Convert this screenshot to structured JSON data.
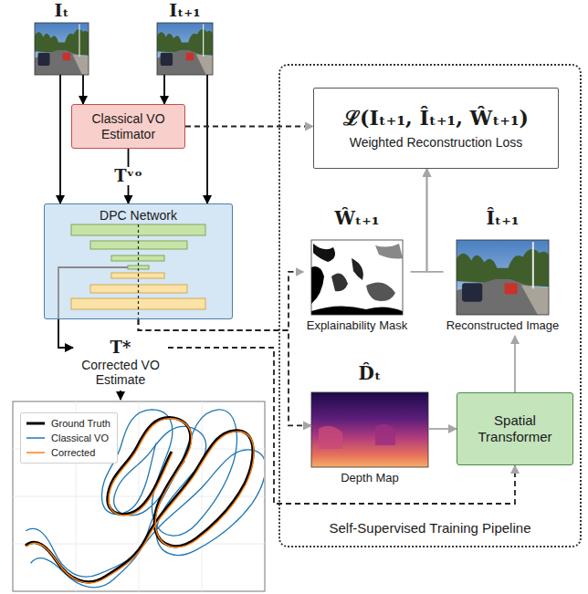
{
  "diagram": {
    "nodes": [
      {
        "text": [
          "Iₜ"
        ]
      },
      {
        "text": [
          "Iₜ₊₁"
        ]
      },
      {
        "text": [
          "Classical VO Estimator"
        ]
      },
      {
        "text": [
          "DPC Network"
        ]
      },
      {
        "text": [
          "T*",
          "Corrected VO Estimate"
        ]
      },
      {
        "text": [
          "Self-Supervised Training Pipeline"
        ]
      },
      {
        "text": [
          "ℒ(Iₜ₊₁, Îₜ₊₁, Ŵₜ₊₁)",
          "Weighted Reconstruction Loss"
        ],
        "in": 5
      },
      {
        "text": [
          "Ŵₜ₊₁",
          "Explainability Mask"
        ],
        "in": 5
      },
      {
        "text": [
          "Îₜ₊₁",
          "Reconstructed Image"
        ],
        "in": 5
      },
      {
        "text": [
          "D̂ₜ",
          "Depth Map"
        ],
        "in": 5
      },
      {
        "text": [
          "Spatial Transformer"
        ],
        "in": 5
      }
    ],
    "edges": [
      {
        "from": 0,
        "to": 2,
        "arrow": "to"
      },
      {
        "from": 0,
        "to": 3,
        "arrow": "to"
      },
      {
        "from": 1,
        "to": 2,
        "arrow": "to"
      },
      {
        "from": 1,
        "to": 3,
        "arrow": "to"
      },
      {
        "from": 2,
        "to": 3,
        "label": "Tᵛᵒ",
        "arrow": "to"
      },
      {
        "from": 3,
        "to": 4,
        "arrow": "to"
      },
      {
        "from": 2,
        "to": 6,
        "arrow": "to"
      },
      {
        "from": 3,
        "to": 7,
        "arrow": "to"
      },
      {
        "from": 3,
        "to": 9,
        "arrow": "to"
      },
      {
        "from": 4,
        "to": 10,
        "arrow": "to"
      },
      {
        "from": 9,
        "to": 10,
        "arrow": "to"
      },
      {
        "from": 10,
        "to": 8,
        "arrow": "to"
      },
      {
        "from": 7,
        "to": 6,
        "arrow": "to"
      },
      {
        "from": 8,
        "to": 6,
        "arrow": "to"
      }
    ],
    "legend": [
      {
        "text": "Ground Truth"
      },
      {
        "text": "Classical VO"
      },
      {
        "text": "Corrected"
      }
    ]
  }
}
